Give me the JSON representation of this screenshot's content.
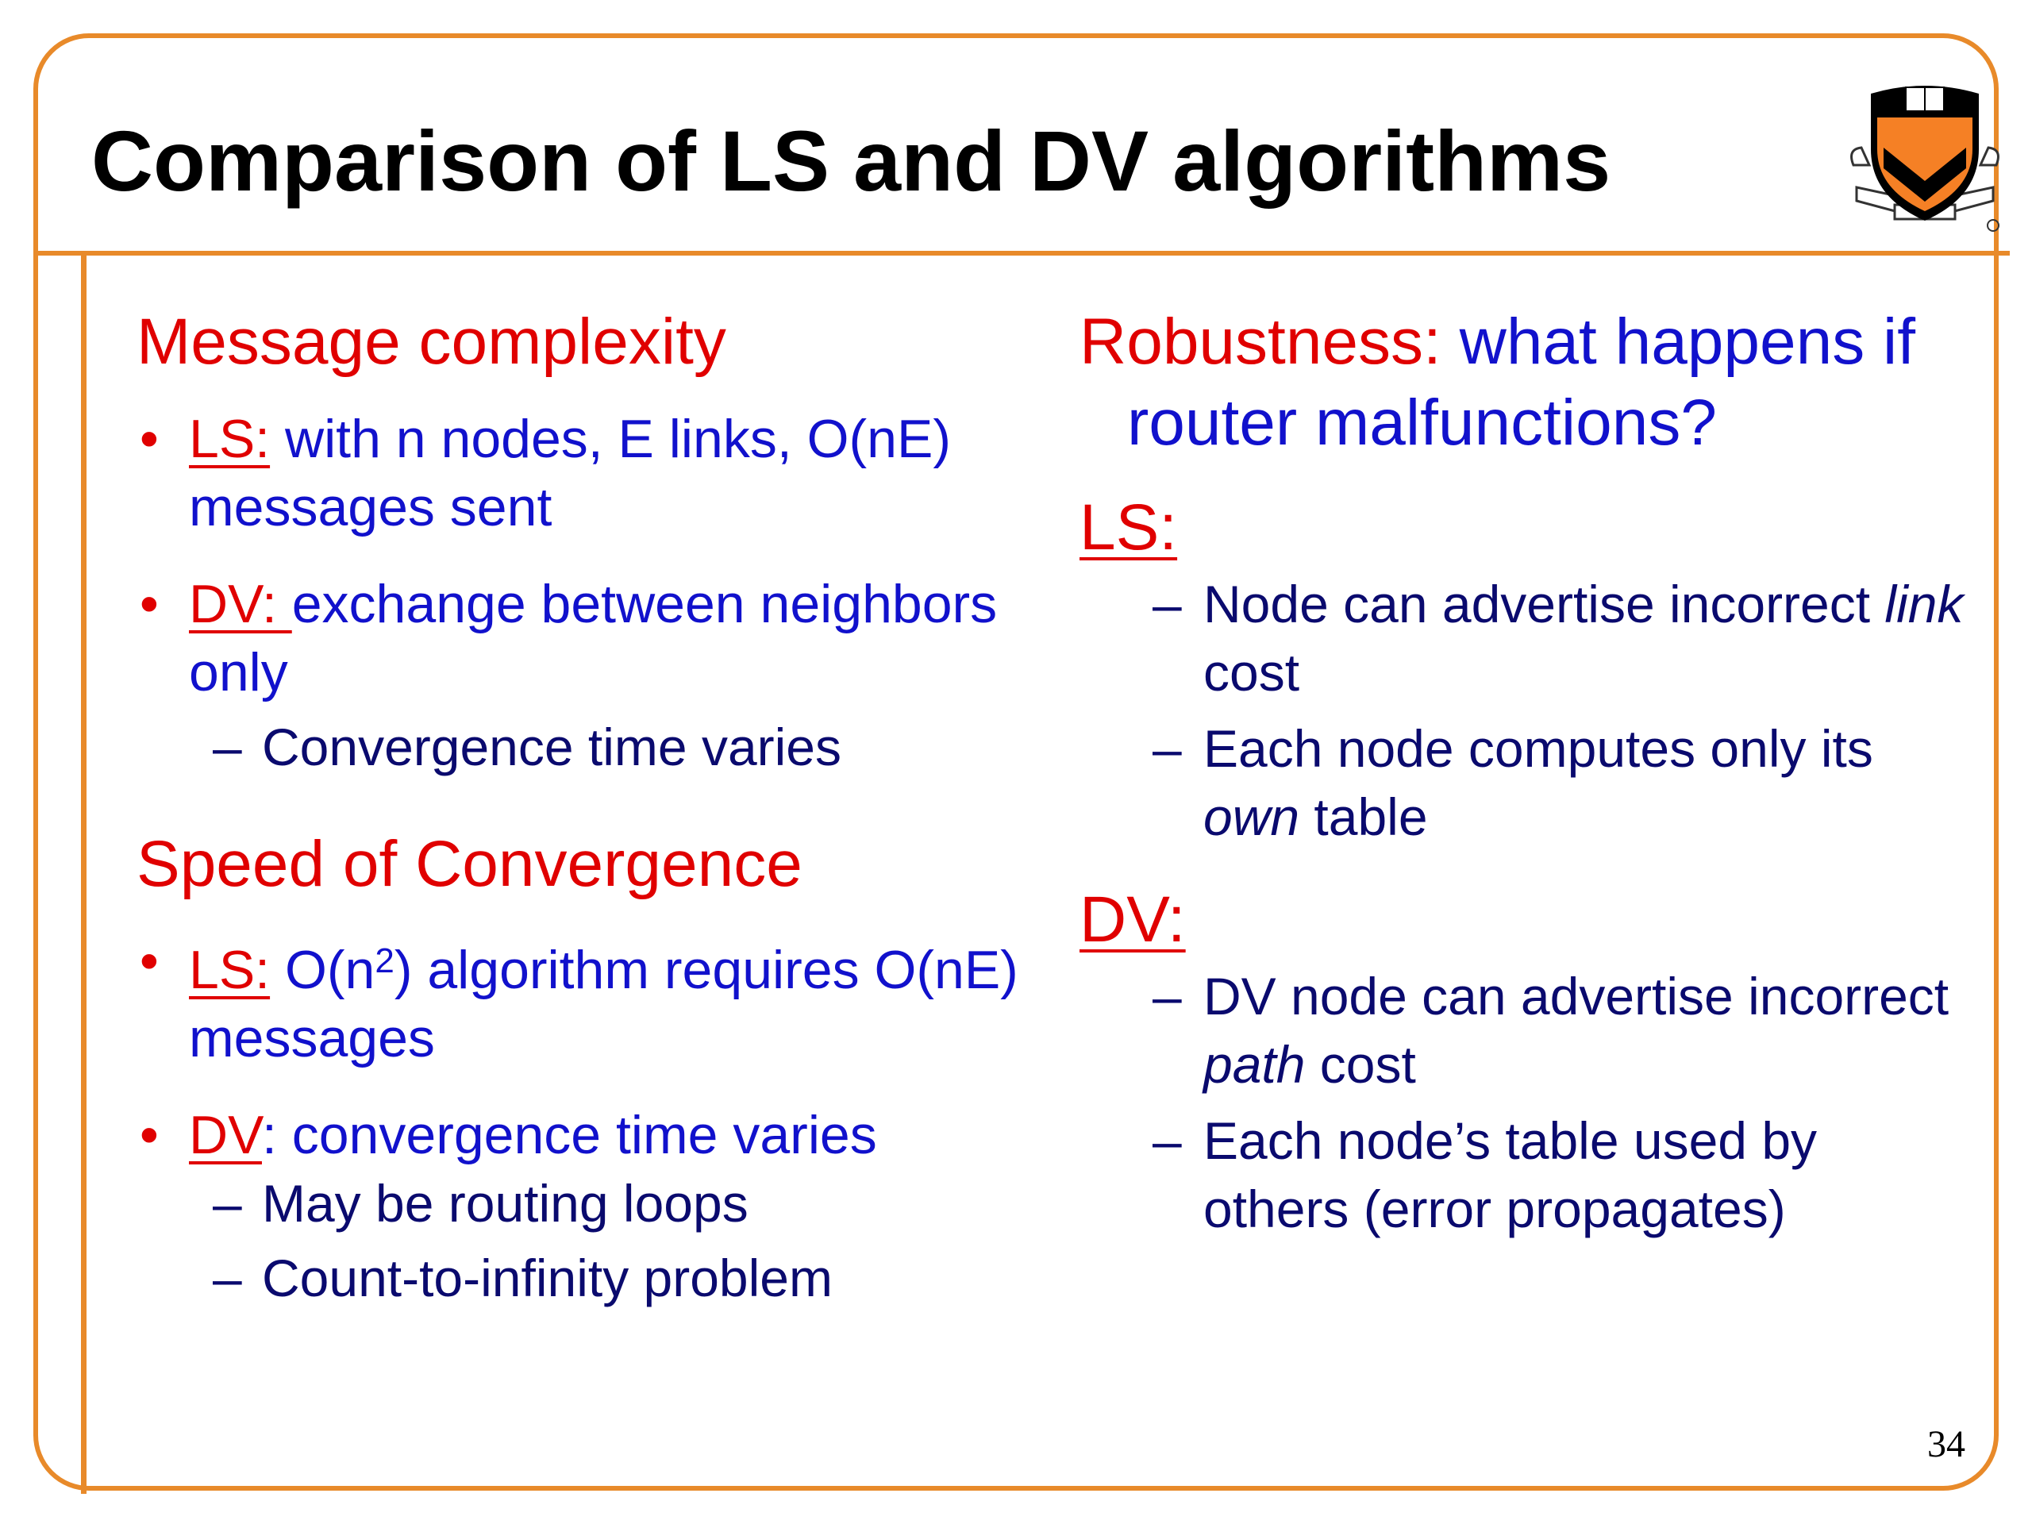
{
  "slide": {
    "title": "Comparison of LS and DV algorithms",
    "page_number": "34",
    "accent_color": "#E88A2A",
    "logo_icon": "princeton-shield-icon"
  },
  "left": {
    "message_heading": "Message complexity",
    "message_items": [
      {
        "label": "LS:",
        "text": " with n nodes, E links, O(nE) messages sent"
      },
      {
        "label": "DV: ",
        "text": "exchange between neighbors only"
      }
    ],
    "message_subitems": [
      "Convergence time varies"
    ],
    "speed_heading": "Speed of Convergence",
    "speed_items": [
      {
        "label": "LS:",
        "text_before": " O(n",
        "sup": "2",
        "text_after": ") algorithm requires O(nE) messages"
      },
      {
        "label": "DV",
        "text": ": convergence time varies"
      }
    ],
    "speed_subitems": [
      "May be routing loops",
      "Count-to-infinity problem"
    ]
  },
  "right": {
    "robustness_label": "Robustness:",
    "robustness_question": " what happens if router malfunctions?",
    "ls_label": "LS:",
    "ls_items": [
      {
        "before": "Node can advertise incorrect ",
        "em": "link",
        "after": " cost"
      },
      {
        "before": "Each node computes only its ",
        "em": "own",
        "after": " table"
      }
    ],
    "dv_label": "DV:",
    "dv_items": [
      {
        "before": "DV node can advertise incorrect ",
        "em": "path",
        "after": " cost"
      },
      {
        "before": "Each node’s table used by others (error propagates)",
        "em": "",
        "after": ""
      }
    ]
  }
}
